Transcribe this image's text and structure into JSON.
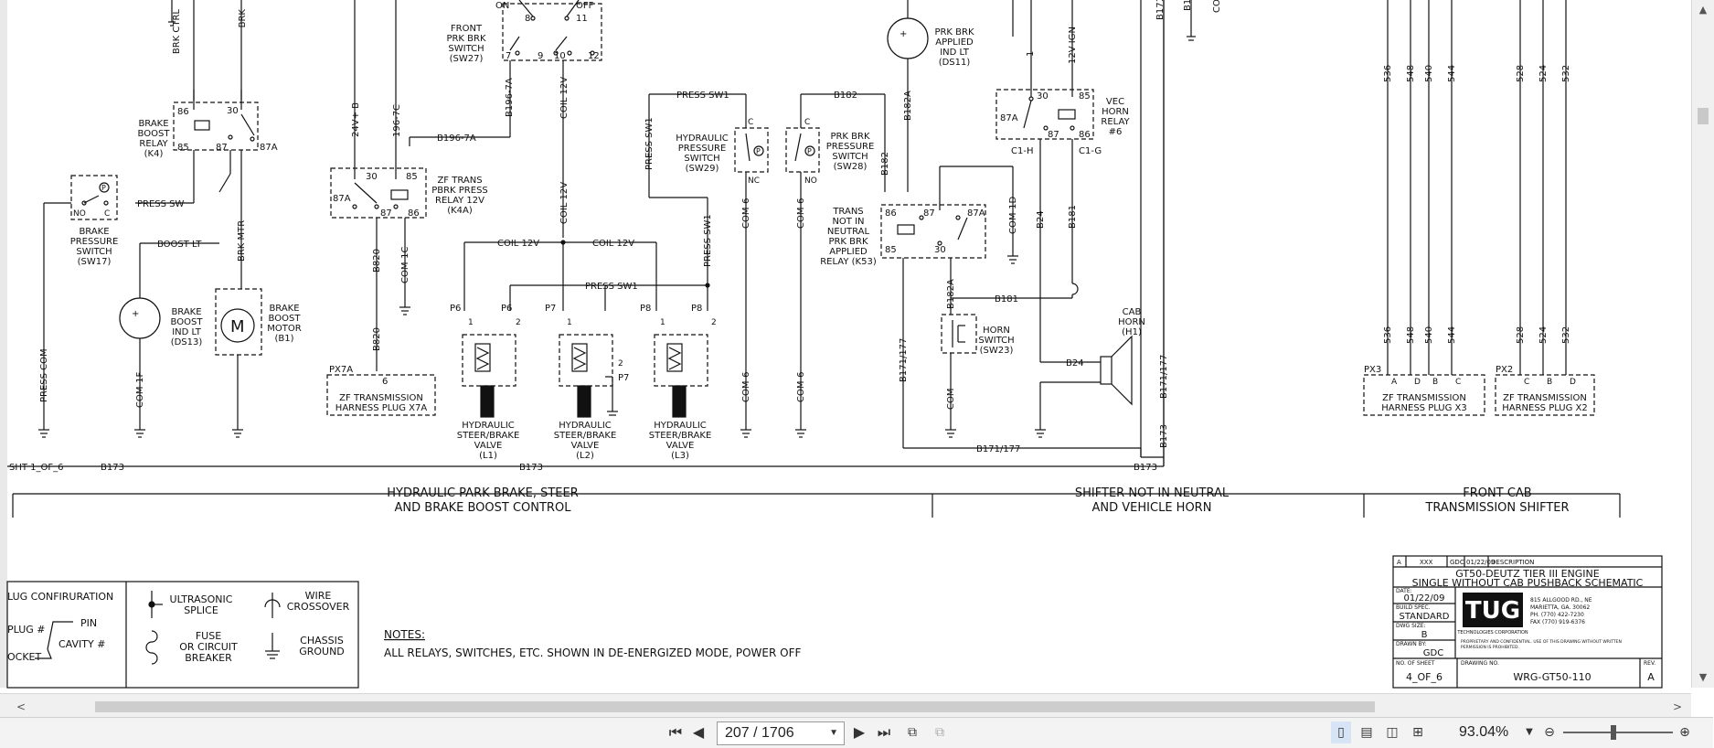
{
  "sheet": {
    "top_cut": [
      "BRK CTRL",
      "BRK",
      "24V+ B",
      "196-7C",
      "ON",
      "OFF",
      "B171",
      "B171",
      "COM",
      "1",
      "12V IGN"
    ],
    "components": {
      "front_prk_brk_switch": [
        "FRONT",
        "PRK BRK",
        "SWITCH",
        "(SW27)"
      ],
      "sw27_pins": [
        "8",
        "11",
        "7",
        "9",
        "10",
        "12"
      ],
      "prk_brk_applied_lt": [
        "PRK BRK",
        "APPLIED",
        "IND LT",
        "(DS11)"
      ],
      "brake_boost_relay": [
        "BRAKE",
        "BOOST",
        "RELAY",
        "(K4)"
      ],
      "k4_pins": [
        "86",
        "30",
        "85",
        "87",
        "87A"
      ],
      "brake_pressure_switch": [
        "BRAKE",
        "PRESSURE",
        "SWITCH",
        "(SW17)"
      ],
      "sw17_pins": [
        "NO",
        "C"
      ],
      "zf_trans_relay": [
        "ZF TRANS",
        "PBRK PRESS",
        "RELAY 12V",
        "(K4A)"
      ],
      "k4a_pins": [
        "30",
        "85",
        "87A",
        "87",
        "86"
      ],
      "hyd_pressure_switch": [
        "HYDRAULIC",
        "PRESSURE",
        "SWITCH",
        "(SW29)"
      ],
      "sw29_pins": [
        "C",
        "NC"
      ],
      "prk_brk_pressure_switch": [
        "PRK BRK",
        "PRESSURE",
        "SWITCH",
        "(SW28)"
      ],
      "sw28_pins": [
        "C",
        "NO"
      ],
      "trans_relay": [
        "TRANS",
        "NOT IN",
        "NEUTRAL",
        "PRK BRK",
        "APPLIED",
        "RELAY (K53)"
      ],
      "k53_pins": [
        "86",
        "87",
        "87A",
        "85",
        "30"
      ],
      "vec_horn_relay": [
        "VEC",
        "HORN",
        "RELAY",
        "#6"
      ],
      "vec_pins": [
        "30",
        "85",
        "87A",
        "87",
        "86"
      ],
      "horn_switch": [
        "HORN",
        "SWITCH",
        "(SW23)"
      ],
      "cab_horn": [
        "CAB",
        "HORN",
        "(H1)"
      ],
      "brake_boost_ind": [
        "BRAKE",
        "BOOST",
        "IND LT",
        "(DS13)"
      ],
      "brake_boost_motor": [
        "BRAKE",
        "BOOST",
        "MOTOR",
        "(B1)"
      ],
      "valve_l1": [
        "HYDRAULIC",
        "STEER/BRAKE",
        "VALVE",
        "(L1)"
      ],
      "valve_l2": [
        "HYDRAULIC",
        "STEER/BRAKE",
        "VALVE",
        "(L2)"
      ],
      "valve_l3": [
        "HYDRAULIC",
        "STEER/BRAKE",
        "VALVE",
        "(L3)"
      ],
      "plug_x7a": [
        "ZF TRANSMISSION",
        "HARNESS PLUG X7A"
      ],
      "plug_x3": [
        "ZF TRANSMISSION",
        "HARNESS PLUG X3"
      ],
      "plug_x2": [
        "ZF TRANSMISSION",
        "HARNESS PLUG X2"
      ]
    },
    "wires": {
      "b196_7a": "B196-7A",
      "b196_7a_v": "B196-7A",
      "coil_12v_v": "COIL 12V",
      "coil_12v_v2": "COIL 12V",
      "coil_12v_h1": "COIL 12V",
      "coil_12v_h2": "COIL 12V",
      "press_sw1_top": "PRESS SW1",
      "press_sw1_mid": "PRESS SW1",
      "press_sw1_v": "PRESS SW1",
      "press_sw1_v2": "PRESS SW1",
      "press_sw": "PRESS SW",
      "boost_lt": "BOOST LT",
      "brk_mtr": "BRK MTR",
      "press_com": "PRESS COM",
      "com_1f": "COM-1F",
      "b820_a": "B820",
      "b820_b": "B820",
      "com_1c": "COM-1C",
      "px7a": "PX7A",
      "px7a_pin": "6",
      "com6_a": "COM-6",
      "com6_b": "COM-6",
      "com6_c": "COM-6",
      "com6_d": "COM-6",
      "b182": "B182",
      "b182a": "B182A",
      "b182_v": "B182",
      "b182a_2": "B182A",
      "com_1d": "COM-1D",
      "b181_h": "B181",
      "b181_v": "B181",
      "b24_v": "B24",
      "b24_h": "B24",
      "c1h": "C1-H",
      "c1g": "C1-G",
      "b171_177_a": "B171/177",
      "b171_177_b": "B171/177",
      "b171_177_c": "B171/177",
      "com": "COM",
      "b173_a": "B173",
      "b173_b": "B173",
      "b173_c": "B173",
      "b173_v": "B173",
      "sht_ref": "SHT 1_OF_6",
      "p6a": "P6",
      "p6b": "P6",
      "p7a": "P7",
      "p7b": "P7",
      "p8a": "P8",
      "p8b": "P8",
      "pin1a": "1",
      "pin2a": "2",
      "pin1b": "1",
      "pin2b": "2",
      "pin1c": "1",
      "pin2c": "2",
      "px3": "PX3",
      "px2": "PX2",
      "x3_wires": [
        "536",
        "548",
        "540",
        "544"
      ],
      "x2_wires": [
        "528",
        "524",
        "532"
      ],
      "x3_pins": [
        "A",
        "D",
        "B",
        "C"
      ],
      "x2_pins": [
        "C",
        "B",
        "D"
      ]
    },
    "sections": {
      "hydraulic": [
        "HYDRAULIC PARK BRAKE, STEER",
        "AND BRAKE BOOST CONTROL"
      ],
      "shifter": [
        "SHIFTER NOT IN NEUTRAL",
        "AND VEHICLE HORN"
      ],
      "front_cab": [
        "FRONT CAB",
        "TRANSMISSION SHIFTER"
      ]
    },
    "legend": {
      "plug_config": "LUG CONFIRURATION",
      "plug": "PLUG #",
      "pin": "PIN",
      "cavity": "CAVITY #",
      "socket": "OCKET",
      "ultrasonic": [
        "ULTRASONIC",
        "SPLICE"
      ],
      "wire_crossover": [
        "WIRE",
        "CROSSOVER"
      ],
      "fuse": [
        "FUSE",
        "OR CIRCUIT",
        "BREAKER"
      ],
      "chassis": [
        "CHASSIS",
        "GROUND"
      ]
    },
    "notes": {
      "heading": "NOTES:",
      "text": "ALL RELAYS, SWITCHES, ETC. SHOWN IN DE-ENERGIZED MODE, POWER OFF"
    },
    "title_block": {
      "rev_row": [
        "A",
        "XXX",
        "GDC",
        "01/22/09",
        "DESCRIPTION"
      ],
      "title1": "GT50-DEUTZ TIER III ENGINE",
      "title2": "SINGLE WITHOUT CAB PUSHBACK SCHEMATIC",
      "date_label": "DATE:",
      "date": "01/22/09",
      "build_label": "BUILD SPEC.",
      "build": "STANDARD",
      "dwg_size_label": "DWG SIZE:",
      "dwg_size": "B",
      "drawn_label": "DRAWN BY:",
      "drawn": "GDC",
      "sheet_label": "NO. OF SHEET",
      "sheet": "4_OF_6",
      "drawing_no_label": "DRAWING NO.",
      "drawing_no": "WRG-GT50-110",
      "rev_label": "REV.",
      "rev": "A",
      "logo": "TUG",
      "logo_sub": "TECHNOLOGIES CORPORATION",
      "address": [
        "815 ALLGOOD RD., NE",
        "MARIETTA, GA. 30062",
        "PH. (770) 422-7230",
        "FAX (770) 919-6376"
      ],
      "proprietary": [
        "PROPRIETARY AND CONFIDENTIAL. USE OF THIS DRAWING WITHOUT WRITTEN",
        "PERMISSION IS PROHIBITED."
      ]
    }
  },
  "viewer": {
    "page_value": "207 / 1706",
    "zoom": "93.04%"
  }
}
